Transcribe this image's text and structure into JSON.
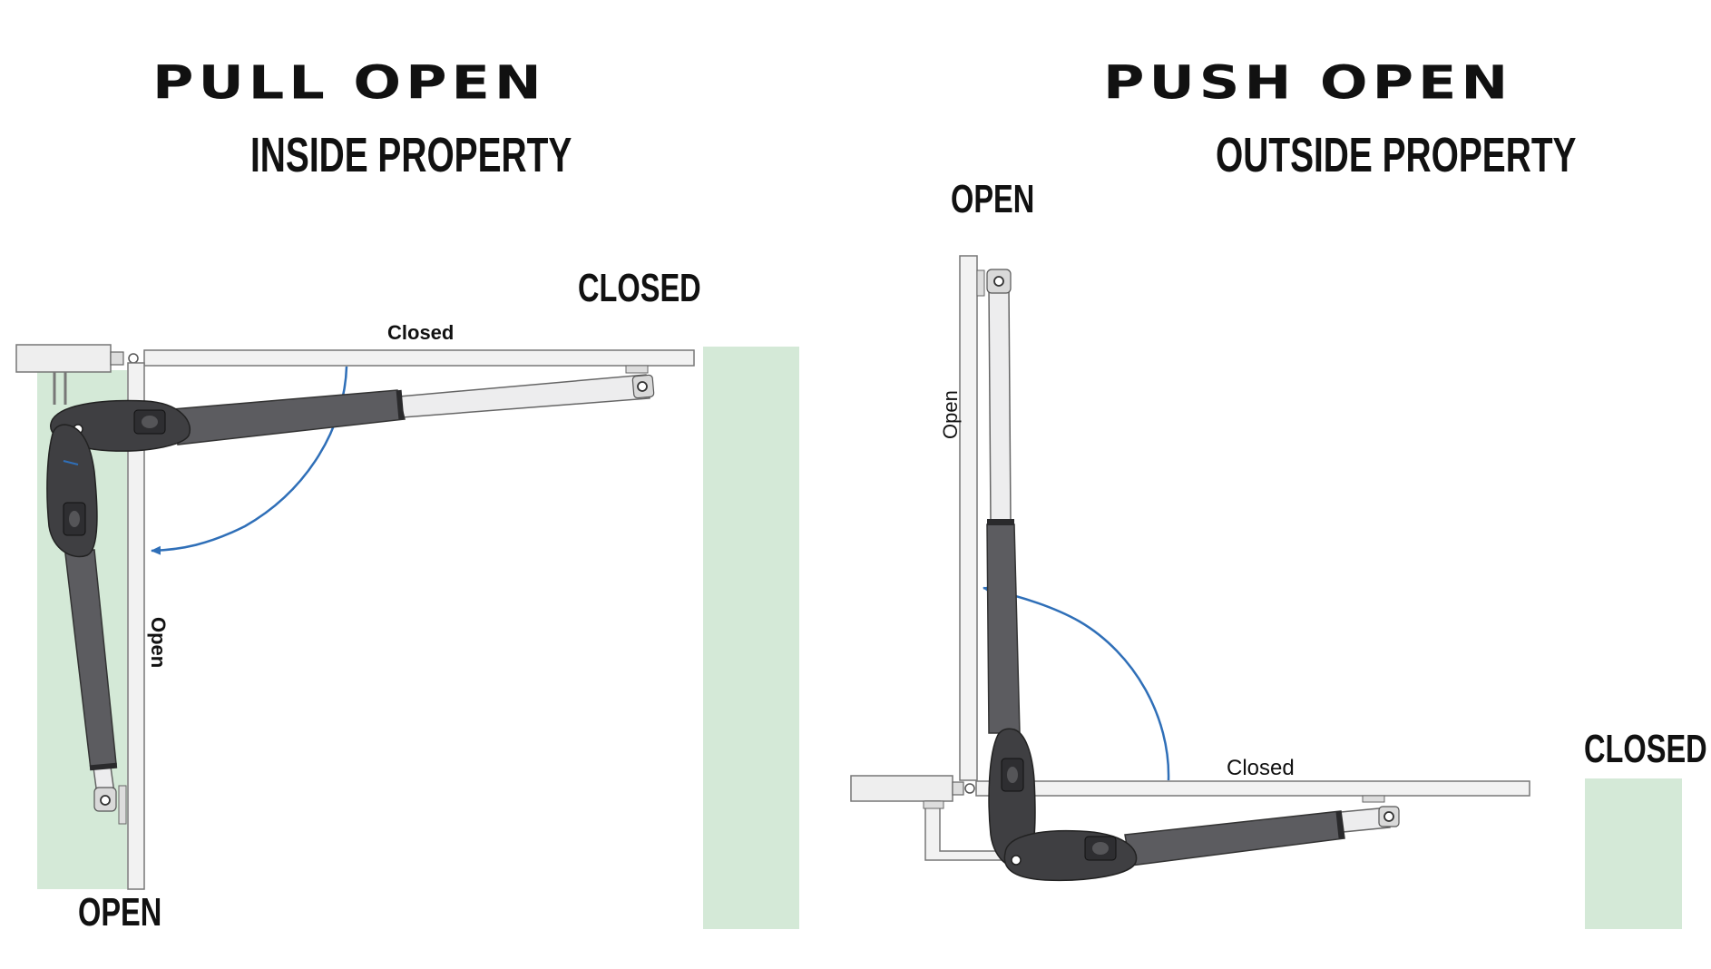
{
  "pull": {
    "title": "PULL OPEN",
    "subtitle": "INSIDE PROPERTY",
    "closed_heading": "CLOSED",
    "open_heading": "OPEN",
    "closed_label": "Closed",
    "open_label": "Open"
  },
  "push": {
    "title": "PUSH OPEN",
    "subtitle": "OUTSIDE PROPERTY",
    "closed_heading": "CLOSED",
    "open_heading": "OPEN",
    "closed_label": "Closed",
    "open_label": "Open"
  },
  "colors": {
    "ground": "#d4e9d7",
    "gate": "#f2f2f2",
    "outline": "#666666",
    "motor_dark": "#3f3f42",
    "motor_mid": "#5c5c60",
    "piston": "#e9e9ea",
    "arrow": "#2f6fb8",
    "text": "#111111"
  },
  "icons": {
    "motor": "linear-actuator-icon",
    "arrow": "swing-arc-arrow-icon",
    "bracket": "hinge-bracket-icon"
  }
}
